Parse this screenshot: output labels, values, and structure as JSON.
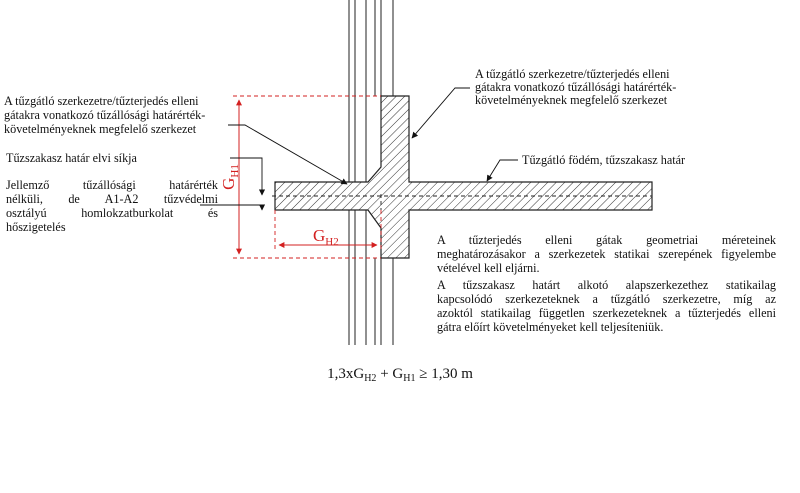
{
  "labels": {
    "right_top": [
      "A tűzgátló szerkezetre/tűzterjedés elleni",
      "gátakra vonatkozó tűzállósági határérték-",
      "követelményeknek megfelelő szerkezet"
    ],
    "left_top": [
      "A tűzgátló szerkezetre/tűzterjedés elleni",
      "gátakra vonatkozó tűzállósági határérték-",
      "követelményeknek megfelelő szerkezet"
    ],
    "boundary_plane": "Tűzszakasz határ elvi síkja",
    "facade": [
      "Jellemző tűzállósági határérték",
      "nélküli, de A1-A2 tűzvédelmi",
      "osztályú homlokzatburkolat és",
      "hőszigetelés"
    ],
    "slab": "Tűzgátló födém, tűzszakasz határ"
  },
  "dimensions": {
    "gh1_main": "G",
    "gh1_sub": "H1",
    "gh2_main": "G",
    "gh2_sub": "H2",
    "color": "#d32020"
  },
  "notes": {
    "note1": [
      "A tűzterjedés elleni gátak geometriai méreteinek",
      "meghatározásakor a szerkezetek statikai szerepének figyelembe",
      "vételével kell eljárni."
    ],
    "note2": [
      "A tűzszakasz határt alkotó alapszerkezethez statikailag",
      "kapcsolódó szerkezeteknek a tűzgátló szerkezetre, míg az",
      "azoktól statikailag független szerkezeteknek a tűzterjedés elleni",
      "gátra előírt követelményeket kell teljesíteniük."
    ]
  },
  "formula": {
    "coef": "1,3xG",
    "sub1": "H2",
    "plus": " + G",
    "sub2": "H1",
    "rest": " ≥ 1,30 m"
  }
}
